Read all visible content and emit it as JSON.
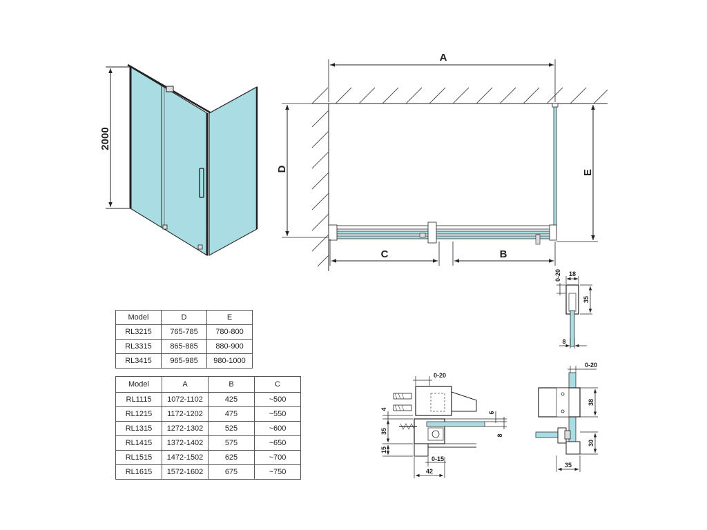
{
  "perspective": {
    "height_label": "2000"
  },
  "plan": {
    "label_a": "A",
    "label_b": "B",
    "label_c": "C",
    "label_d": "D",
    "label_e": "E"
  },
  "profile_wall": {
    "dim_0_20": "0-20",
    "dim_18": "18",
    "dim_35": "35",
    "dim_8": "8"
  },
  "detail_section": {
    "dim_0_20": "0-20",
    "dim_4": "4",
    "dim_6": "6",
    "dim_8": "8",
    "dim_35": "35",
    "dim_15": "15",
    "dim_0_15": "0-15",
    "dim_42": "42"
  },
  "detail_corner": {
    "dim_0_20": "0-20",
    "dim_38": "38",
    "dim_30": "30",
    "dim_35": "35"
  },
  "table_de": {
    "headers": [
      "Model",
      "D",
      "E"
    ],
    "rows": [
      [
        "RL3215",
        "765-785",
        "780-800"
      ],
      [
        "RL3315",
        "865-885",
        "880-900"
      ],
      [
        "RL3415",
        "965-985",
        "980-1000"
      ]
    ]
  },
  "table_abc": {
    "headers": [
      "Model",
      "A",
      "B",
      "C"
    ],
    "rows": [
      [
        "RL1115",
        "1072-1102",
        "425",
        "~500"
      ],
      [
        "RL1215",
        "1172-1202",
        "475",
        "~550"
      ],
      [
        "RL1315",
        "1272-1302",
        "525",
        "~600"
      ],
      [
        "RL1415",
        "1372-1402",
        "575",
        "~650"
      ],
      [
        "RL1515",
        "1472-1502",
        "625",
        "~700"
      ],
      [
        "RL1615",
        "1572-1602",
        "675",
        "~750"
      ]
    ]
  },
  "colors": {
    "glass": "#a9dde3",
    "line": "#222222",
    "hatch": "#555555"
  }
}
